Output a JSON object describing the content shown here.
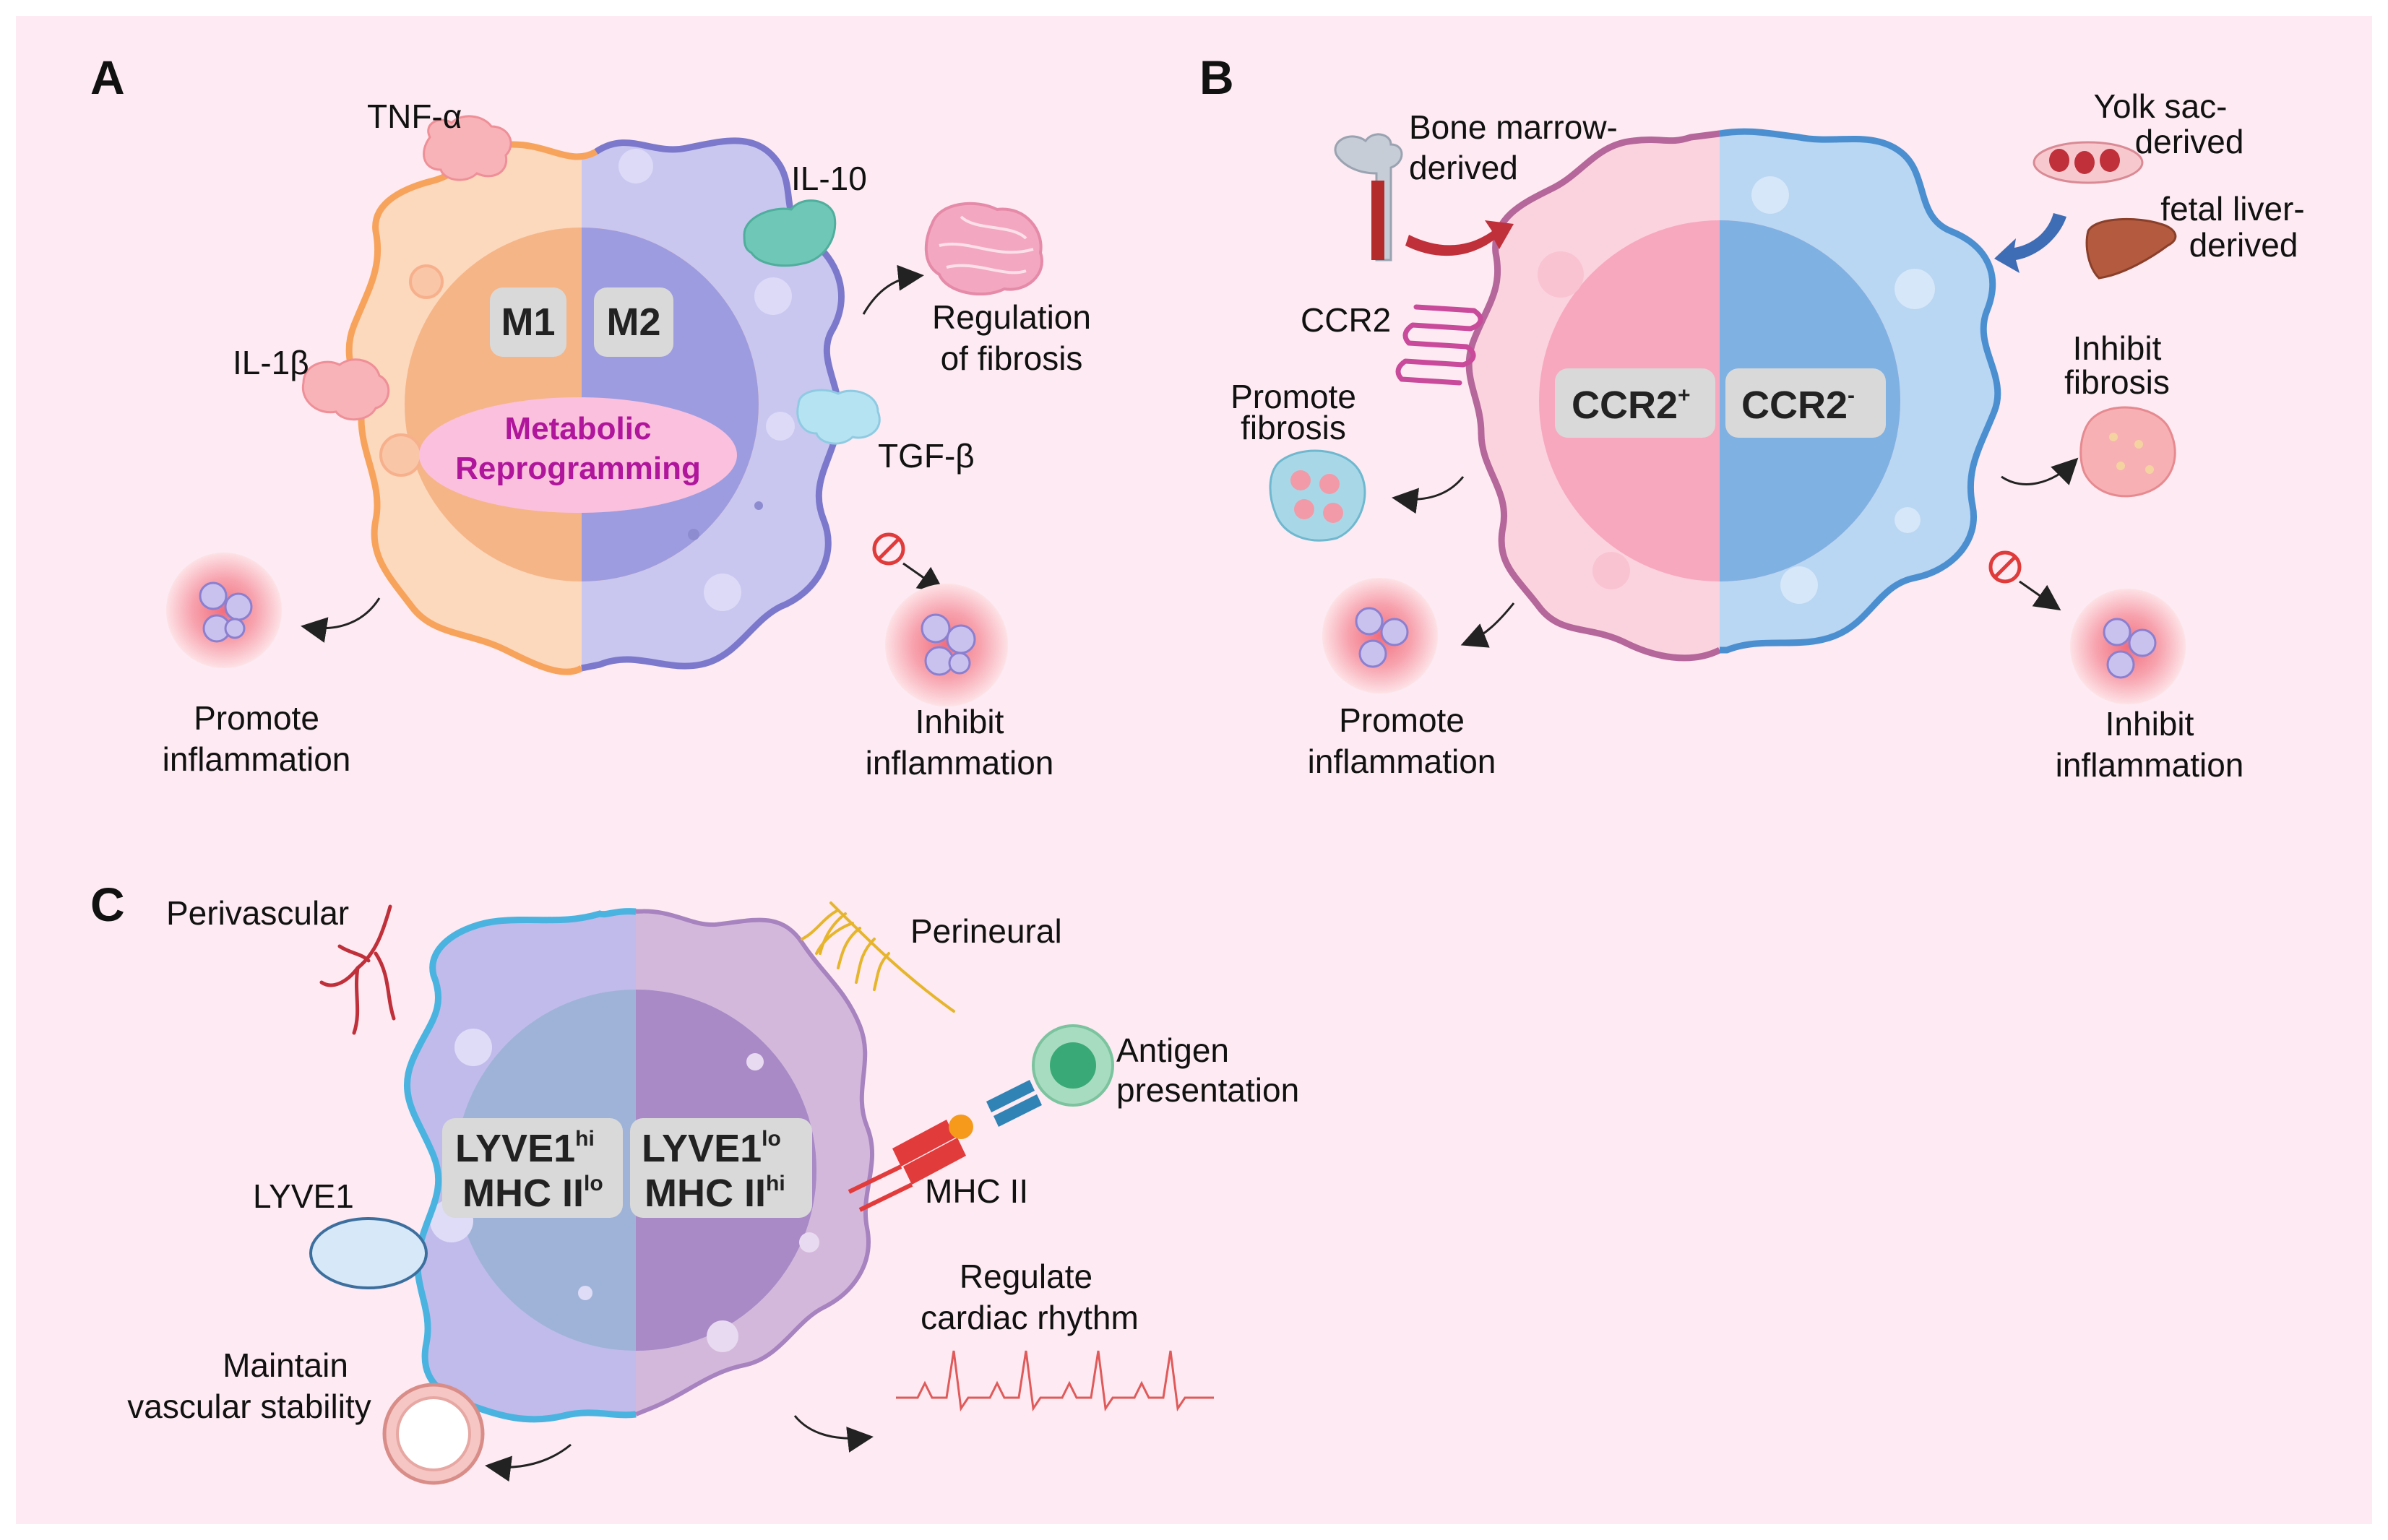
{
  "colors": {
    "background": "#fdeaf2",
    "m1": "#f9b98c",
    "m2": "#9f9ee3",
    "ccr2_pos": "#f6a9bf",
    "ccr2_neg": "#7fb2e6",
    "lyve_hi": "#9fb3de",
    "lyve_lo": "#a98ac6",
    "metabolic": "#b0169c",
    "label_box": "#d9d9d9"
  },
  "panel_a": {
    "letter": "A",
    "tnf": "TNF-α",
    "il1b": "IL-1β",
    "il10": "IL-10",
    "tgfb": "TGF-β",
    "m1": "M1",
    "m2": "M2",
    "metabolic_line1": "Metabolic",
    "metabolic_line2": "Reprogramming",
    "fibrosis_line1": "Regulation",
    "fibrosis_line2": "of fibrosis",
    "promote_line1": "Promote",
    "promote_line2": "inflammation",
    "inhibit_line1": "Inhibit",
    "inhibit_line2": "inflammation"
  },
  "panel_b": {
    "letter": "B",
    "bone_line1": "Bone marrow-",
    "bone_line2": "derived",
    "yolk_line1": "Yolk sac-",
    "yolk_line2": "derived",
    "liver_line1": "fetal liver-",
    "liver_line2": "derived",
    "ccr2": "CCR2",
    "ccr2_pos": "CCR2",
    "ccr2_pos_sup": "+",
    "ccr2_neg": "CCR2",
    "ccr2_neg_sup": "-",
    "promote_fib_line1": "Promote",
    "promote_fib_line2": "fibrosis",
    "inhibit_fib_line1": "Inhibit",
    "inhibit_fib_line2": "fibrosis",
    "promote_line1": "Promote",
    "promote_line2": "inflammation",
    "inhibit_line1": "Inhibit",
    "inhibit_line2": "inflammation"
  },
  "panel_c": {
    "letter": "C",
    "perivascular": "Perivascular",
    "perineural": "Perineural",
    "antigen_line1": "Antigen",
    "antigen_line2": "presentation",
    "mhc": "MHC II",
    "lyve1": "LYVE1",
    "left_box": {
      "l1": "LYVE1",
      "l1_sup": "hi",
      "l2": "MHC II",
      "l2_sup": "lo"
    },
    "right_box": {
      "l1": "LYVE1",
      "l1_sup": "lo",
      "l2": "MHC II",
      "l2_sup": "hi"
    },
    "regulate_line1": "Regulate",
    "regulate_line2": "cardiac rhythm",
    "vascular_line1": "Maintain",
    "vascular_line2": "vascular stability"
  }
}
